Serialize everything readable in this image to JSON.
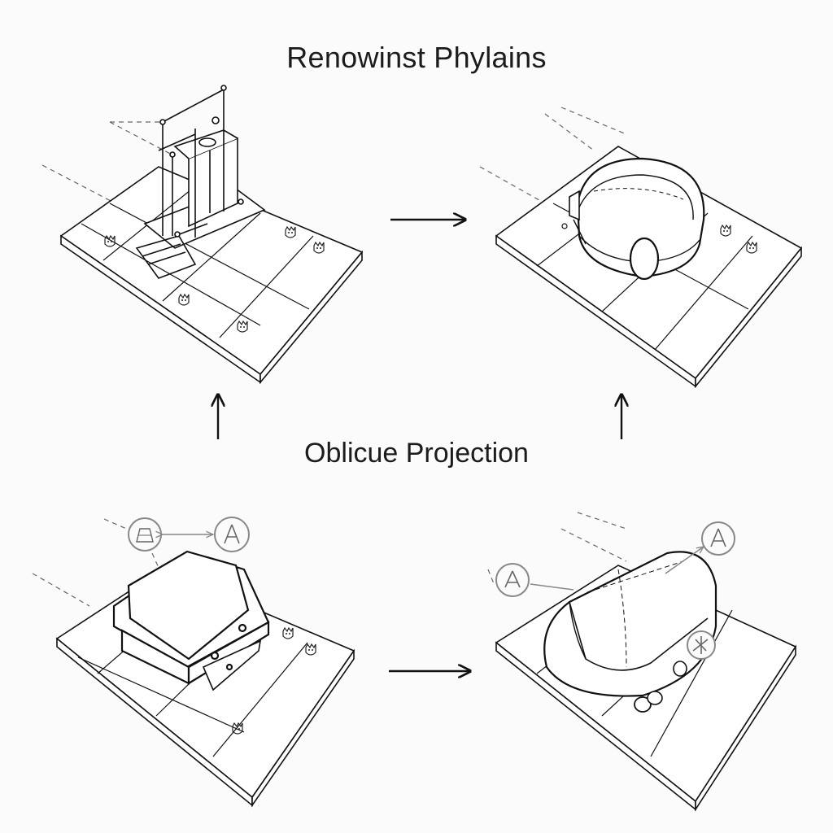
{
  "diagram": {
    "title": "Renowinst Phylains",
    "subtitle": "Oblicue Projection",
    "colors": {
      "ink": "#111111",
      "faint": "#777777",
      "marker": "#888888",
      "background": "#fbfbfb"
    },
    "panels": [
      {
        "id": "top-left",
        "object": "frame-machine"
      },
      {
        "id": "top-right",
        "object": "ring-vessel"
      },
      {
        "id": "bottom-left",
        "object": "block-housing"
      },
      {
        "id": "bottom-right",
        "object": "domed-vehicle"
      }
    ],
    "arrows": [
      {
        "from": "top-left",
        "to": "top-right",
        "direction": "right"
      },
      {
        "from": "bottom-left",
        "to": "bottom-right",
        "direction": "right"
      },
      {
        "from": "bottom-left",
        "to": "top-left",
        "direction": "up"
      },
      {
        "from": "bottom-right",
        "to": "top-right",
        "direction": "up"
      }
    ],
    "markers": [
      "cone-marker-icon",
      "triangle-marker-icon",
      "triangle-marker-icon",
      "triangle-marker-icon",
      "star-marker-icon"
    ]
  }
}
